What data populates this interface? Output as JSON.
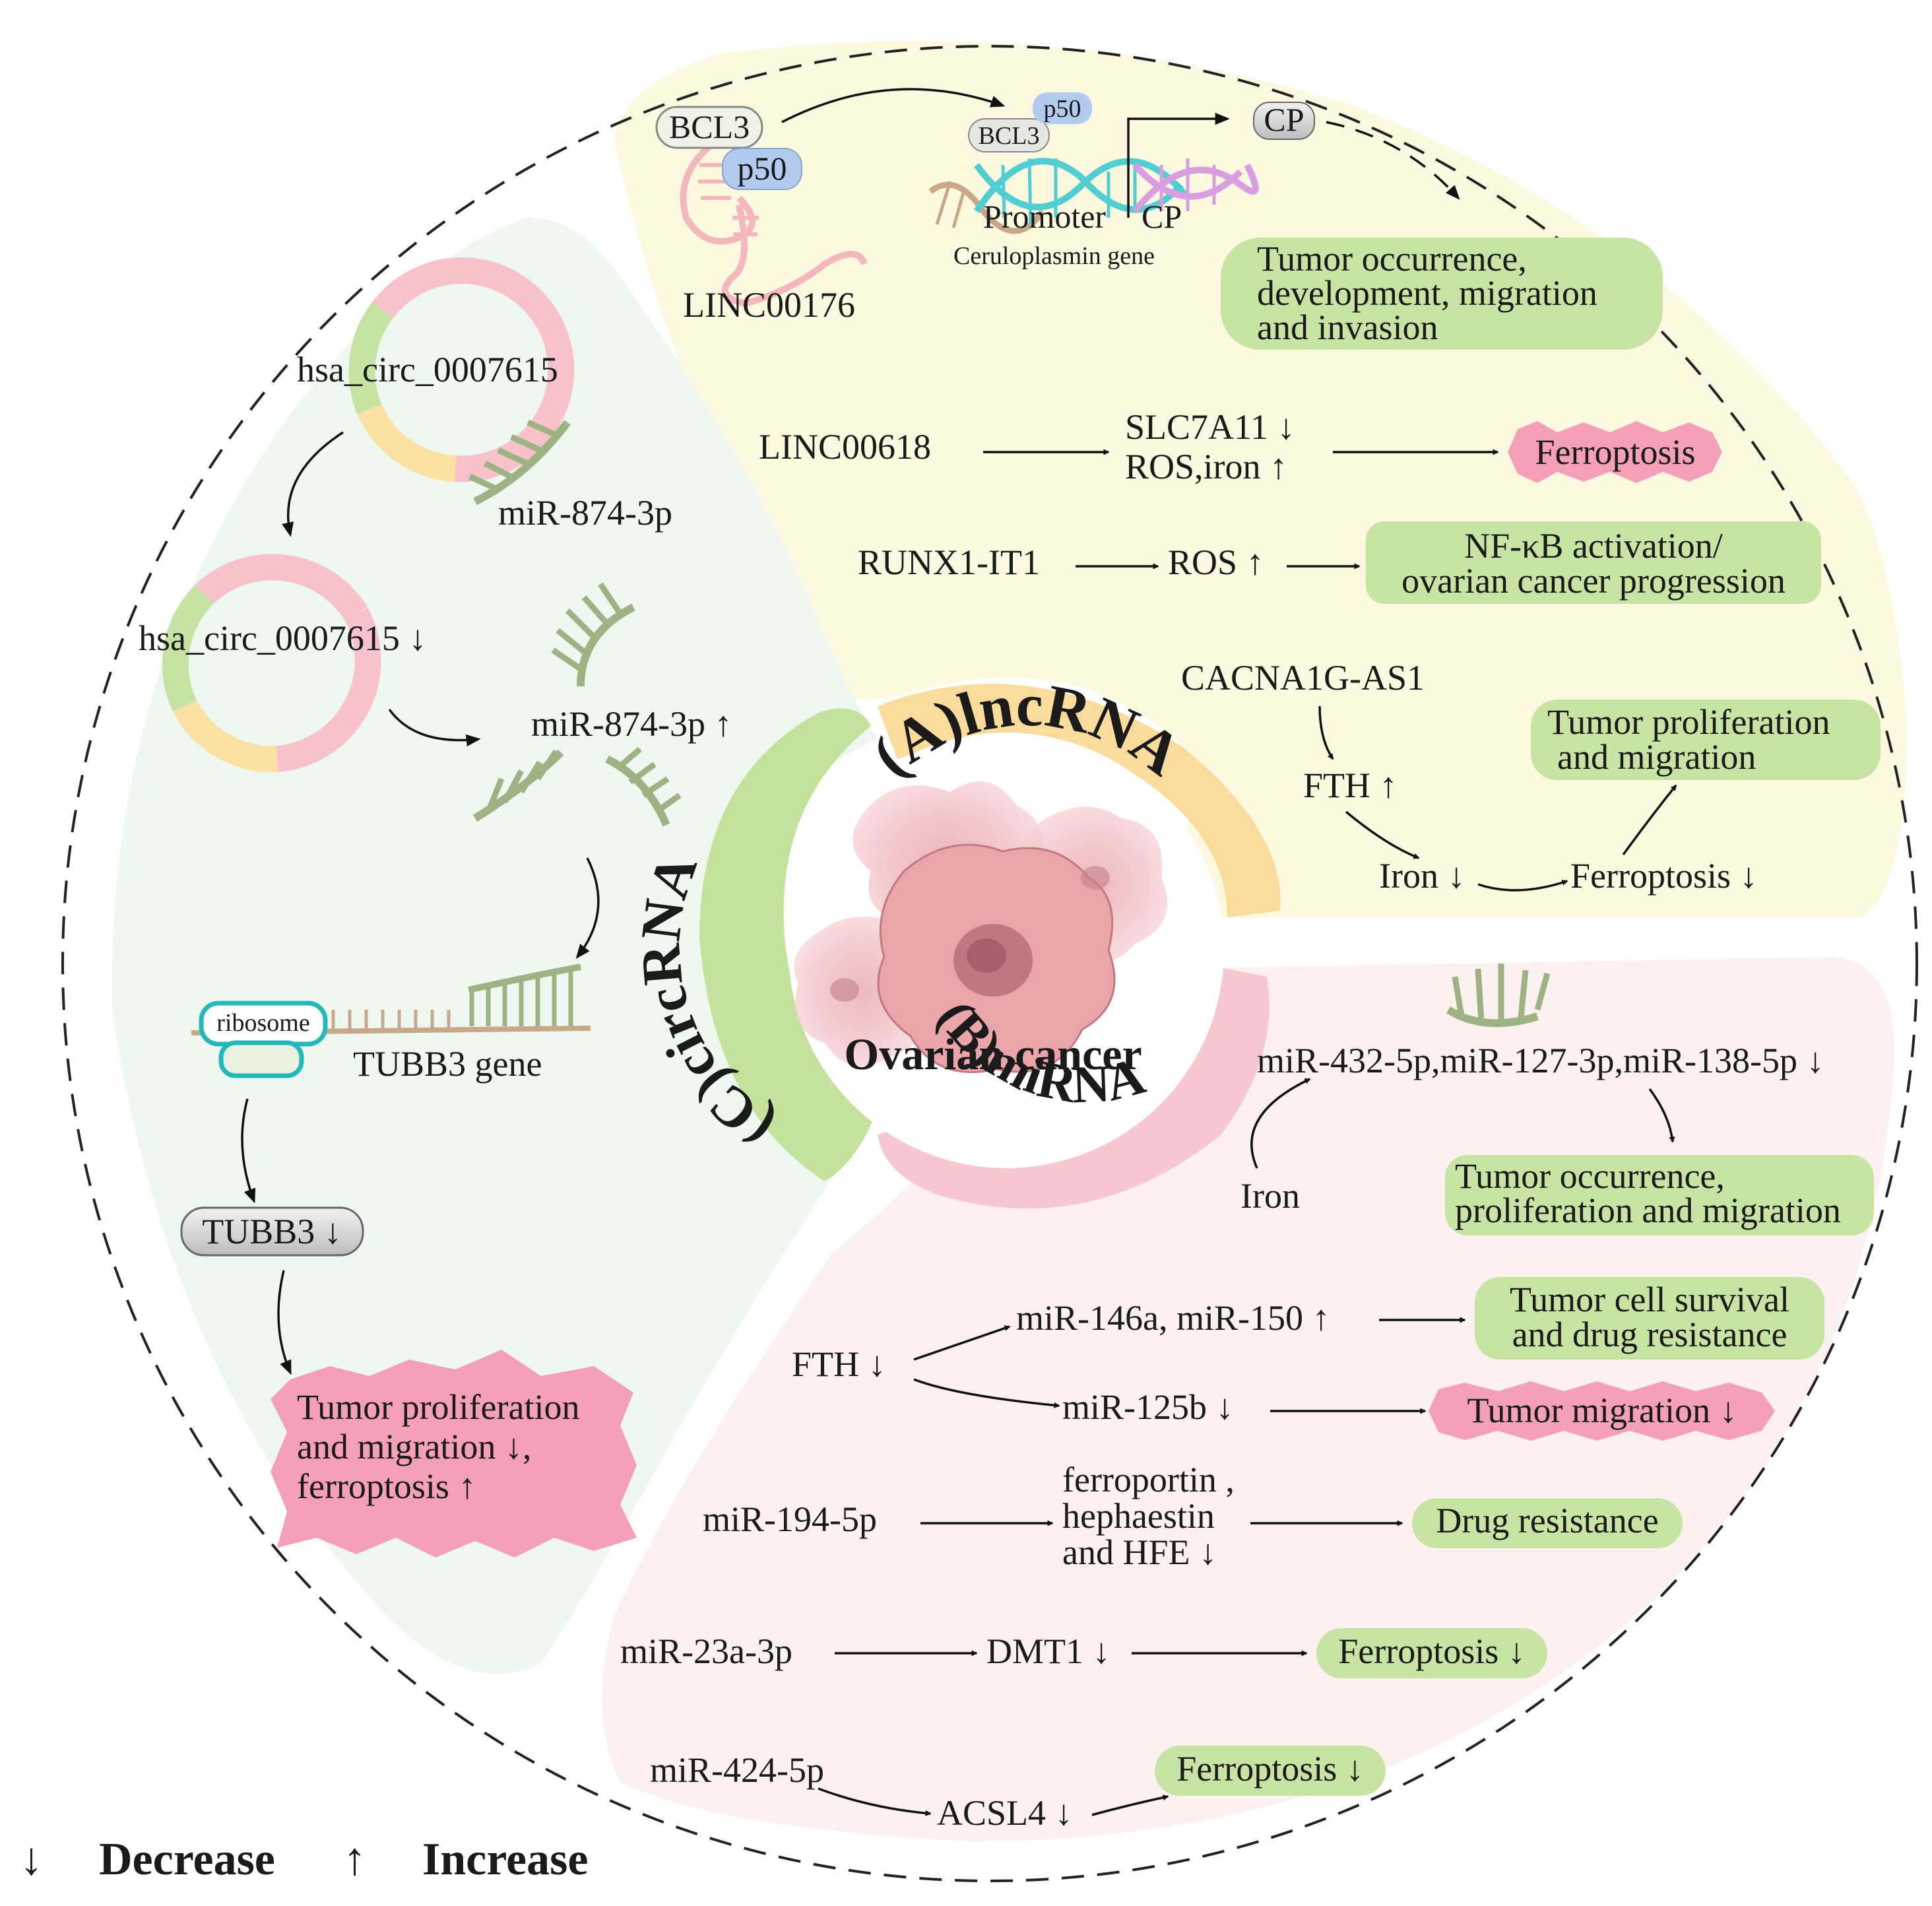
{
  "center": {
    "label": "Ovarian cancer"
  },
  "sectors": {
    "lncrna": {
      "label": "(A)lncRNA",
      "bg": "#fdf9e1",
      "band": "#f9dc9c"
    },
    "mirna": {
      "label": "(B)miRNA",
      "bg": "#fdf0f0",
      "band": "#f8c8d0"
    },
    "circrna": {
      "label": "(C)circRNA",
      "bg": "#eef8f1",
      "band": "#c4e29b"
    }
  },
  "colors": {
    "pill_green": "#c8e4a4",
    "pill_pink": "#f4a0b8",
    "pill_grey": "#d4d4d4",
    "rna_green": "#9db384"
  },
  "lncrna": {
    "bcl3": "BCL3",
    "p50": "p50",
    "linc00176": "LINC00176",
    "bcl3_small": "BCL3",
    "p50_small": "p50",
    "promoter": "Promoter",
    "cp_gene": "CP",
    "ceruloplasmin_gene": "Ceruloplasmin gene",
    "cp_protein": "CP",
    "tumor_occurrence": [
      "Tumor occurrence,",
      "development, migration",
      "and invasion"
    ],
    "linc00618": "LINC00618",
    "slc7a11": "SLC7A11 ↓",
    "ros_iron": "ROS,iron  ↑",
    "ferroptosis_1": "Ferroptosis",
    "runx1": "RUNX1-IT1",
    "ros_up": "ROS ↑",
    "nfkb": [
      "NF-κB activation/",
      "ovarian cancer progression"
    ],
    "cacna1g": "CACNA1G-AS1",
    "fth_up": "FTH ↑",
    "iron_down": "Iron ↓",
    "ferroptosis_down": "Ferroptosis ↓",
    "tumor_prolif": [
      "Tumor proliferation",
      "and migration"
    ]
  },
  "mirna": {
    "mir432": "miR-432-5p,miR-127-3p,miR-138-5p ↓",
    "iron": "Iron",
    "tumor_occ_prolif": [
      "Tumor occurrence,",
      "proliferation and migration"
    ],
    "fth_down": "FTH ↓",
    "mir146": "miR-146a, miR-150 ↑",
    "survival": [
      "Tumor cell survival",
      "and drug resistance"
    ],
    "mir125b": "miR-125b ↓",
    "tumor_migration": "Tumor migration ↓",
    "mir194": "miR-194-5p",
    "ferroportin": [
      "ferroportin ,",
      "hephaestin",
      "and HFE  ↓"
    ],
    "drug_resistance": "Drug resistance",
    "mir23a": "miR-23a-3p",
    "dmt1": "DMT1 ↓",
    "ferroptosis_dmt": "Ferroptosis ↓",
    "mir424": "miR-424-5p",
    "acsl4": "ACSL4 ↓",
    "ferroptosis_acsl": "Ferroptosis ↓"
  },
  "circrna": {
    "circ1": "hsa_circ_0007615",
    "mir874_1": "miR-874-3p",
    "circ2": "hsa_circ_0007615 ↓",
    "mir874_2": "miR-874-3p ↑",
    "ribosome": "ribosome",
    "tubb3_gene": "TUBB3 gene",
    "tubb3": "TUBB3 ↓",
    "result": [
      "Tumor proliferation",
      "and migration ↓,",
      "ferroptosis ↑"
    ]
  },
  "legend": {
    "down_symbol": "↓",
    "down_label": "Decrease",
    "up_symbol": "↑",
    "up_label": "Increase"
  }
}
